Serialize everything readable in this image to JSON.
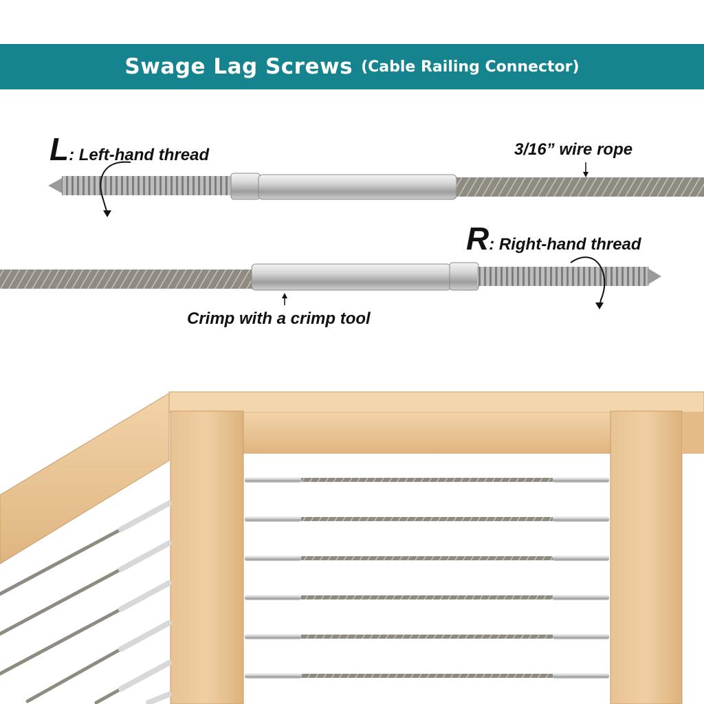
{
  "banner": {
    "title": "Swage Lag Screws",
    "subtitle": "(Cable Railing Connector)",
    "color": "#15848f"
  },
  "labels": {
    "left_letter": "L",
    "left_text": ": Left-hand thread",
    "right_letter": "R",
    "right_text": ": Right-hand thread",
    "wire": "3/16” wire rope",
    "crimp": "Crimp with a crimp tool"
  },
  "colors": {
    "wood": "#e9c597",
    "wood_dark": "#d9ad78",
    "steel": "#c9c9c9",
    "cable": "#8a877f"
  }
}
